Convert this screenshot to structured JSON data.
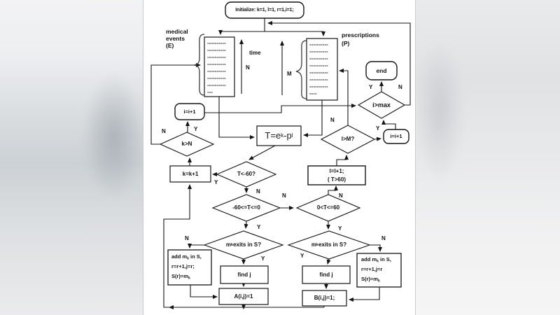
{
  "colors": {
    "line": "#141414",
    "box_fill": "#ffffff",
    "canvas_bg": "#ffffff",
    "side_bg": "#dcdfe2"
  },
  "nodes": {
    "initialize": {
      "label": "Initialize: k=1, l=1, r=1,i=1;"
    },
    "events_list": {
      "rows": [
        "----------",
        "----------",
        "----------",
        "----------",
        "----------",
        "----------",
        "----------",
        "---"
      ]
    },
    "pres_list": {
      "rows": [
        "----------",
        "----------",
        "----------",
        "----------",
        "----------",
        "----------",
        "----------",
        "----"
      ]
    },
    "end": {
      "label": "end"
    },
    "i_gt_max": {
      "label": "i>max"
    },
    "i_inc_right": {
      "label": "i=i+1"
    },
    "l_gt_m": {
      "label": "l>M?"
    },
    "i_inc_left": {
      "label": "i=i+1"
    },
    "k_gt_n": {
      "label": "k>N"
    },
    "t_assign": {
      "pre": "T=e",
      "sub1": "k",
      "mid": "-p",
      "sub2": "l"
    },
    "k_inc": {
      "label": "k=k+1"
    },
    "t_lt_neg60": {
      "label": "T<-60?"
    },
    "l_inc": {
      "line1": "l=l+1;",
      "line2": "( T>60)"
    },
    "t_neg60_0": {
      "label": "-60<=T<=0"
    },
    "t_0_60": {
      "label": "0<T<=60"
    },
    "mk_exists_left": {
      "pre": "m",
      "sub": "k",
      "rest": " exits in S?"
    },
    "mk_exists_right": {
      "pre": "m",
      "sub": "k",
      "rest": " exits in S?"
    },
    "add_left": {
      "l1pre": "add m",
      "l1sub": "k",
      "l1rest": " in S,",
      "line2": "r=r+1,j=r;",
      "l3pre": "S(r)=m",
      "l3sub": "k"
    },
    "add_right": {
      "l1pre": "add m",
      "l1sub": "k",
      "l1rest": " in S,",
      "line2": "r=r+1,j=r",
      "l3pre": "S(r)=m",
      "l3sub": "k"
    },
    "find_j_left": {
      "label": "find j"
    },
    "find_j_right": {
      "label": "find j"
    },
    "a_assign": {
      "label": "A(i,j)=1"
    },
    "b_assign": {
      "label": "B(i,j)=1;"
    }
  },
  "annotations": {
    "events_label": {
      "line1": "medical",
      "line2": "events",
      "line3": "(E)"
    },
    "pres_label": {
      "line1": "prescriptions",
      "line2": "(P)"
    },
    "time_label": "time",
    "n_count": "N",
    "m_count": "M"
  },
  "branches": {
    "kn_n": "N",
    "kn_y": "Y",
    "tm60_y": "Y",
    "tm60_n": "N",
    "m60_n": "N",
    "m60_y": "Y",
    "t060_n": "N",
    "t060_y": "Y",
    "mkl_n": "N",
    "mkl_y": "Y",
    "mkr_y": "Y",
    "mkr_n": "N",
    "lm_n": "N",
    "lm_y": "Y",
    "imax_y": "Y",
    "imax_n": "N"
  }
}
